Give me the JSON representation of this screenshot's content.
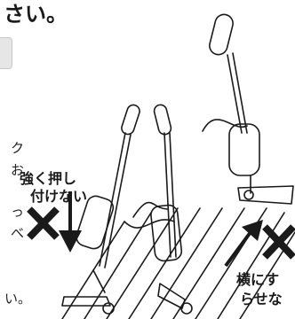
{
  "heading_fragment": "さい。",
  "left_column": [
    "ク",
    "お",
    "っ",
    "べ",
    "い。"
  ],
  "labels": {
    "press_line1": "強く押し",
    "press_line2": "付けない",
    "side_line1": "横にす",
    "side_line2": "らせな"
  },
  "icons": {
    "left_mark": "x-mark-icon",
    "right_mark": "x-mark-icon",
    "down_arrow": "arrow-down-icon",
    "up_arrow": "arrow-up-right-icon"
  },
  "colors": {
    "ink": "#1a1a1a",
    "box": "#e6e6e6"
  }
}
